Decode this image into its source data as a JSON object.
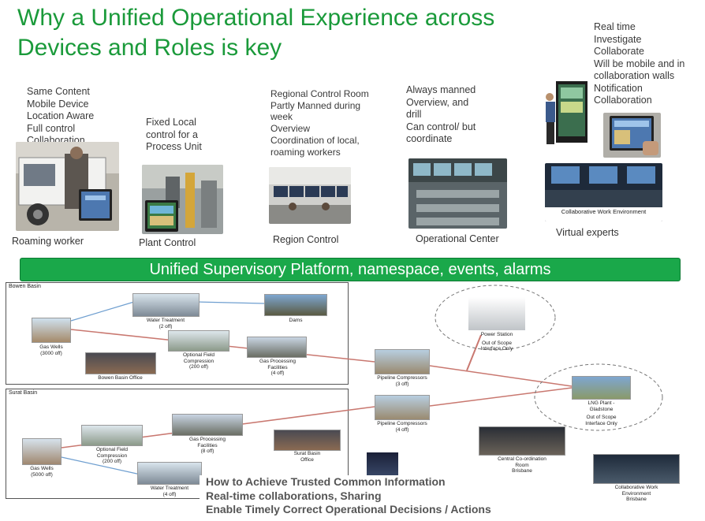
{
  "title": "Why a Unified Operational Experience across Devices and Roles is key",
  "roles": {
    "roaming": {
      "lines": [
        "Same Content",
        "Mobile Device",
        "Location Aware",
        "Full control",
        "Collaboration"
      ],
      "caption": "Roaming worker"
    },
    "plant": {
      "lines": [
        "Fixed Local",
        "control for a",
        "Process Unit"
      ],
      "caption": "Plant Control"
    },
    "region": {
      "lines": [
        "Regional Control Room",
        "Partly Manned during",
        "week",
        "Overview",
        "Coordination of local,",
        "roaming workers"
      ],
      "caption": "Region Control"
    },
    "operational": {
      "lines": [
        "Always manned",
        "Overview, and",
        "drill",
        "Can control/ but",
        "coordinate"
      ],
      "caption": "Operational Center"
    },
    "virtual": {
      "lines": [
        "Real time",
        "Investigate",
        "Collaborate",
        "Will be mobile and in",
        "collaboration walls",
        "Notification",
        "Collaboration"
      ],
      "caption": "Virtual experts",
      "image_caption": "Collaborative Work Environment"
    }
  },
  "banner": "Unified Supervisory Platform, namespace, events, alarms",
  "diagram": {
    "bowen_basin": {
      "label": "Bowen Basin",
      "gas_wells": [
        "Gas Wells",
        "(3000 off)"
      ],
      "water_treatment": [
        "Water Treatment",
        "(2 off)"
      ],
      "dams": [
        "Dams"
      ],
      "optional_field": [
        "Optional Field",
        "Compression",
        "(200 off)"
      ],
      "gas_processing": [
        "Gas Processing",
        "Facilities",
        "(4 off)"
      ],
      "office": [
        "Bowen Basin Office"
      ]
    },
    "surat_basin": {
      "label": "Surat Basin",
      "gas_wells": [
        "Gas Wells",
        "(5000 off)"
      ],
      "optional_field": [
        "Optional Field",
        "Compression",
        "(200 off)"
      ],
      "gas_processing": [
        "Gas Processing",
        "Facilities",
        "(8 off)"
      ],
      "office": [
        "Surat Basin",
        "Office"
      ],
      "water_treatment": [
        "Water Treatment",
        "(4 off)"
      ]
    },
    "pipeline_1": [
      "Pipeline Compressors",
      "(3 off)"
    ],
    "pipeline_2": [
      "Pipeline Compressors",
      "(4 off)"
    ],
    "power_station": [
      "Power Station",
      "Out of Scope",
      "Interface Only"
    ],
    "lng_plant": [
      "LNG Plant -",
      "Gladstone",
      "Out of Scope",
      "Interface Only"
    ],
    "central_coord": [
      "Central Co-ordination",
      "Room",
      "Brisbane"
    ],
    "collab_env": [
      "Collaborative Work",
      "Environment",
      "Brisbane"
    ]
  },
  "bottom": {
    "line1": "How to Achieve Trusted Common Information",
    "line2": "Real-time collaborations, Sharing",
    "line3": "Enable Timely Correct Operational Decisions / Actions"
  },
  "colors": {
    "title_green": "#1a9a3a",
    "banner_green": "#1aa84a",
    "link_red": "#c97870",
    "link_blue": "#6f9fd0"
  }
}
